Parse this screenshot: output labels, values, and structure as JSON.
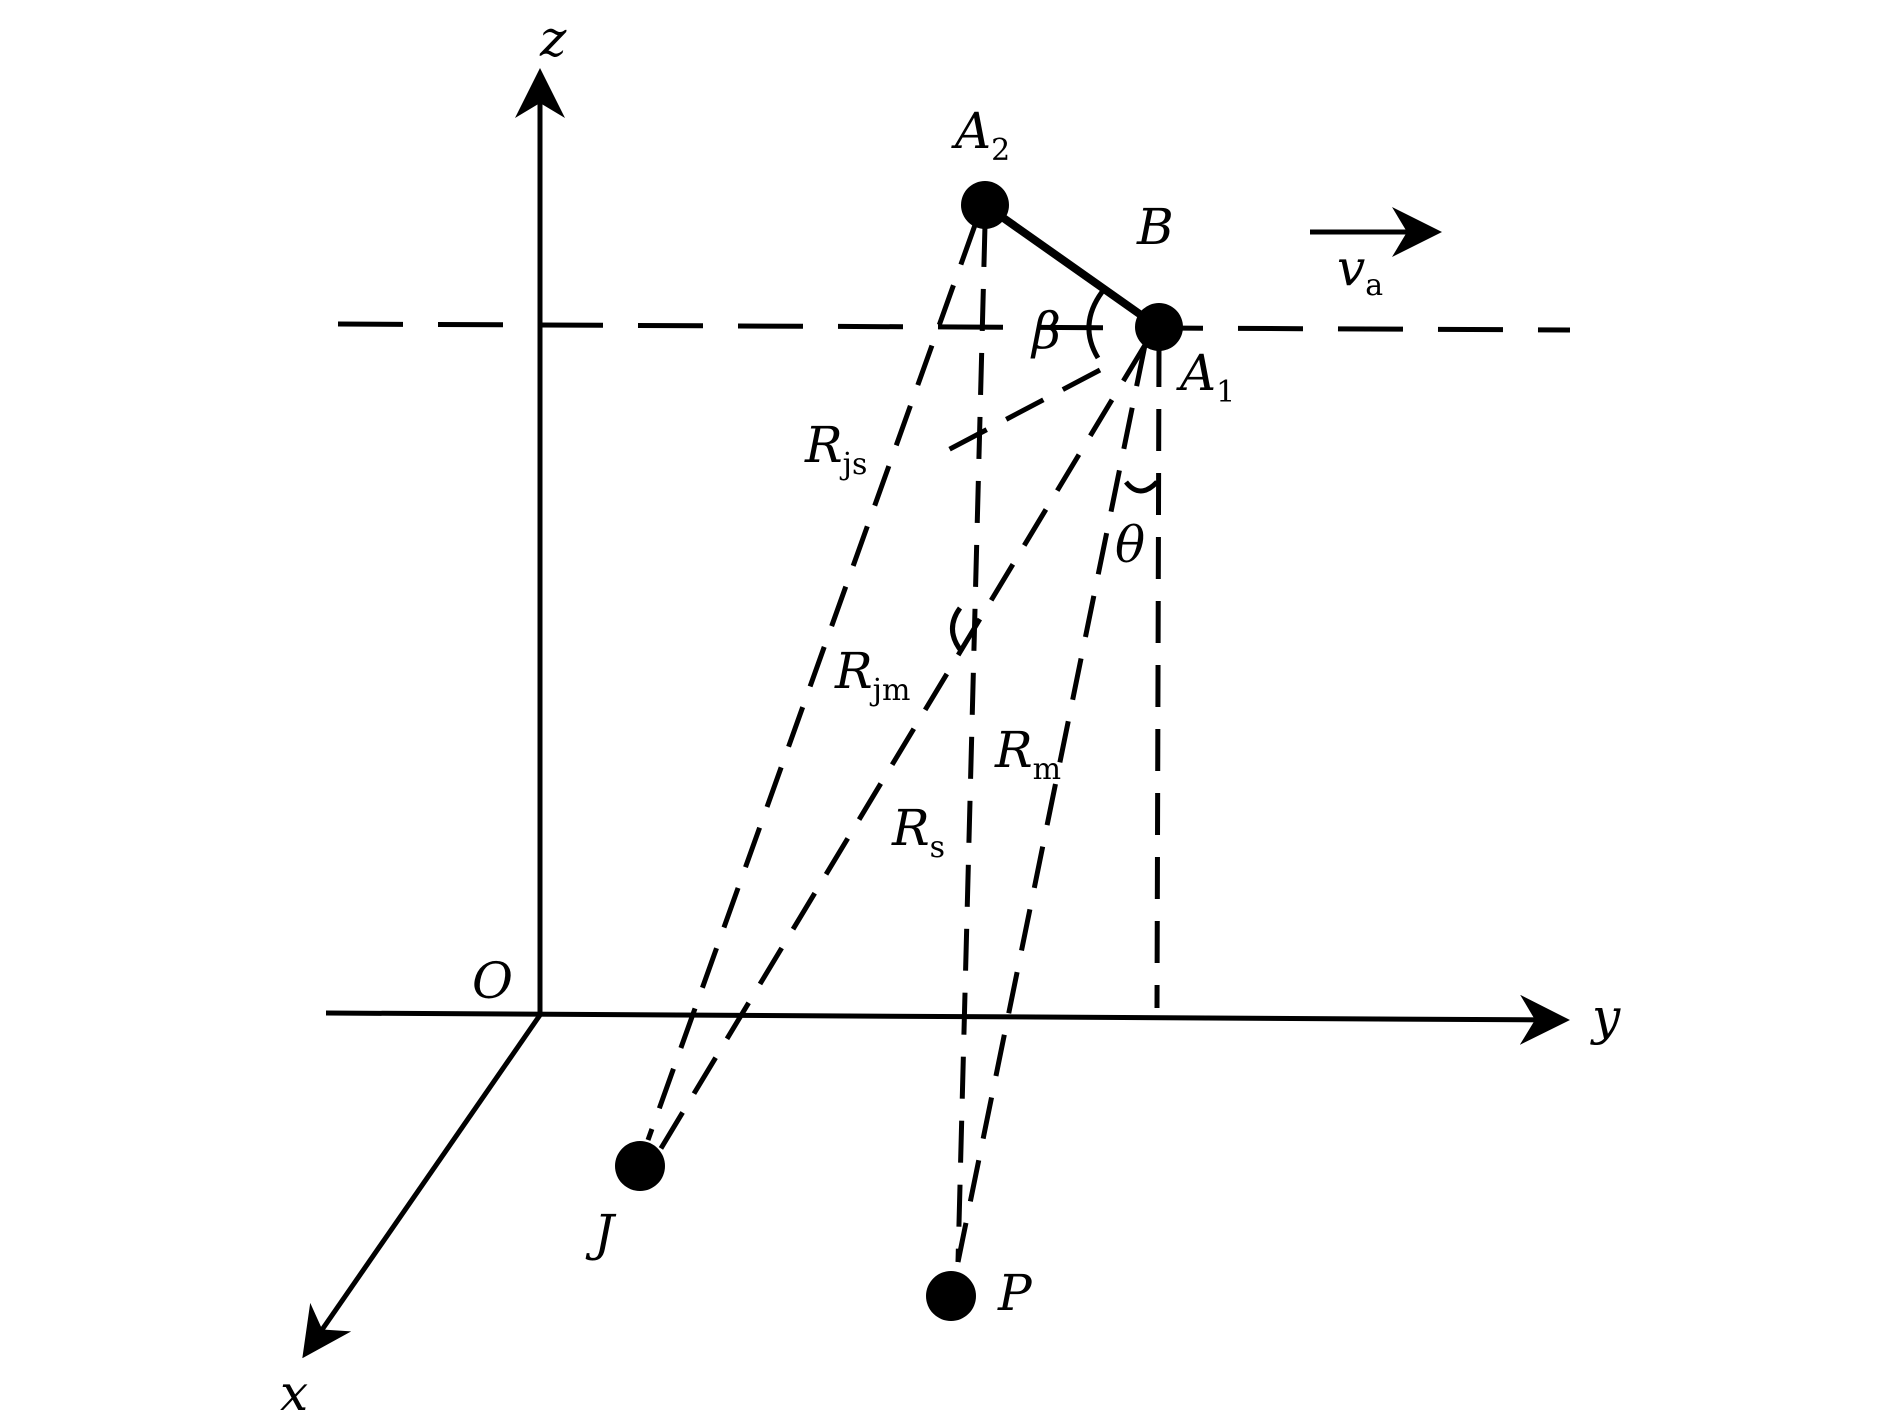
{
  "axes": {
    "z": "z",
    "y": "y",
    "x": "x",
    "origin": "O"
  },
  "points": {
    "a2": {
      "main": "A",
      "sub": "2"
    },
    "a1": {
      "main": "A",
      "sub": "1"
    },
    "b": "B",
    "j": "J",
    "p": "P"
  },
  "velocity": {
    "main": "v",
    "sub": "a"
  },
  "angles": {
    "beta": "β",
    "theta": "θ"
  },
  "ranges": {
    "rjs": {
      "main": "R",
      "sub": "js"
    },
    "rjm": {
      "main": "R",
      "sub": "jm"
    },
    "rm": {
      "main": "R",
      "sub": "m"
    },
    "rs": {
      "main": "R",
      "sub": "s"
    }
  }
}
